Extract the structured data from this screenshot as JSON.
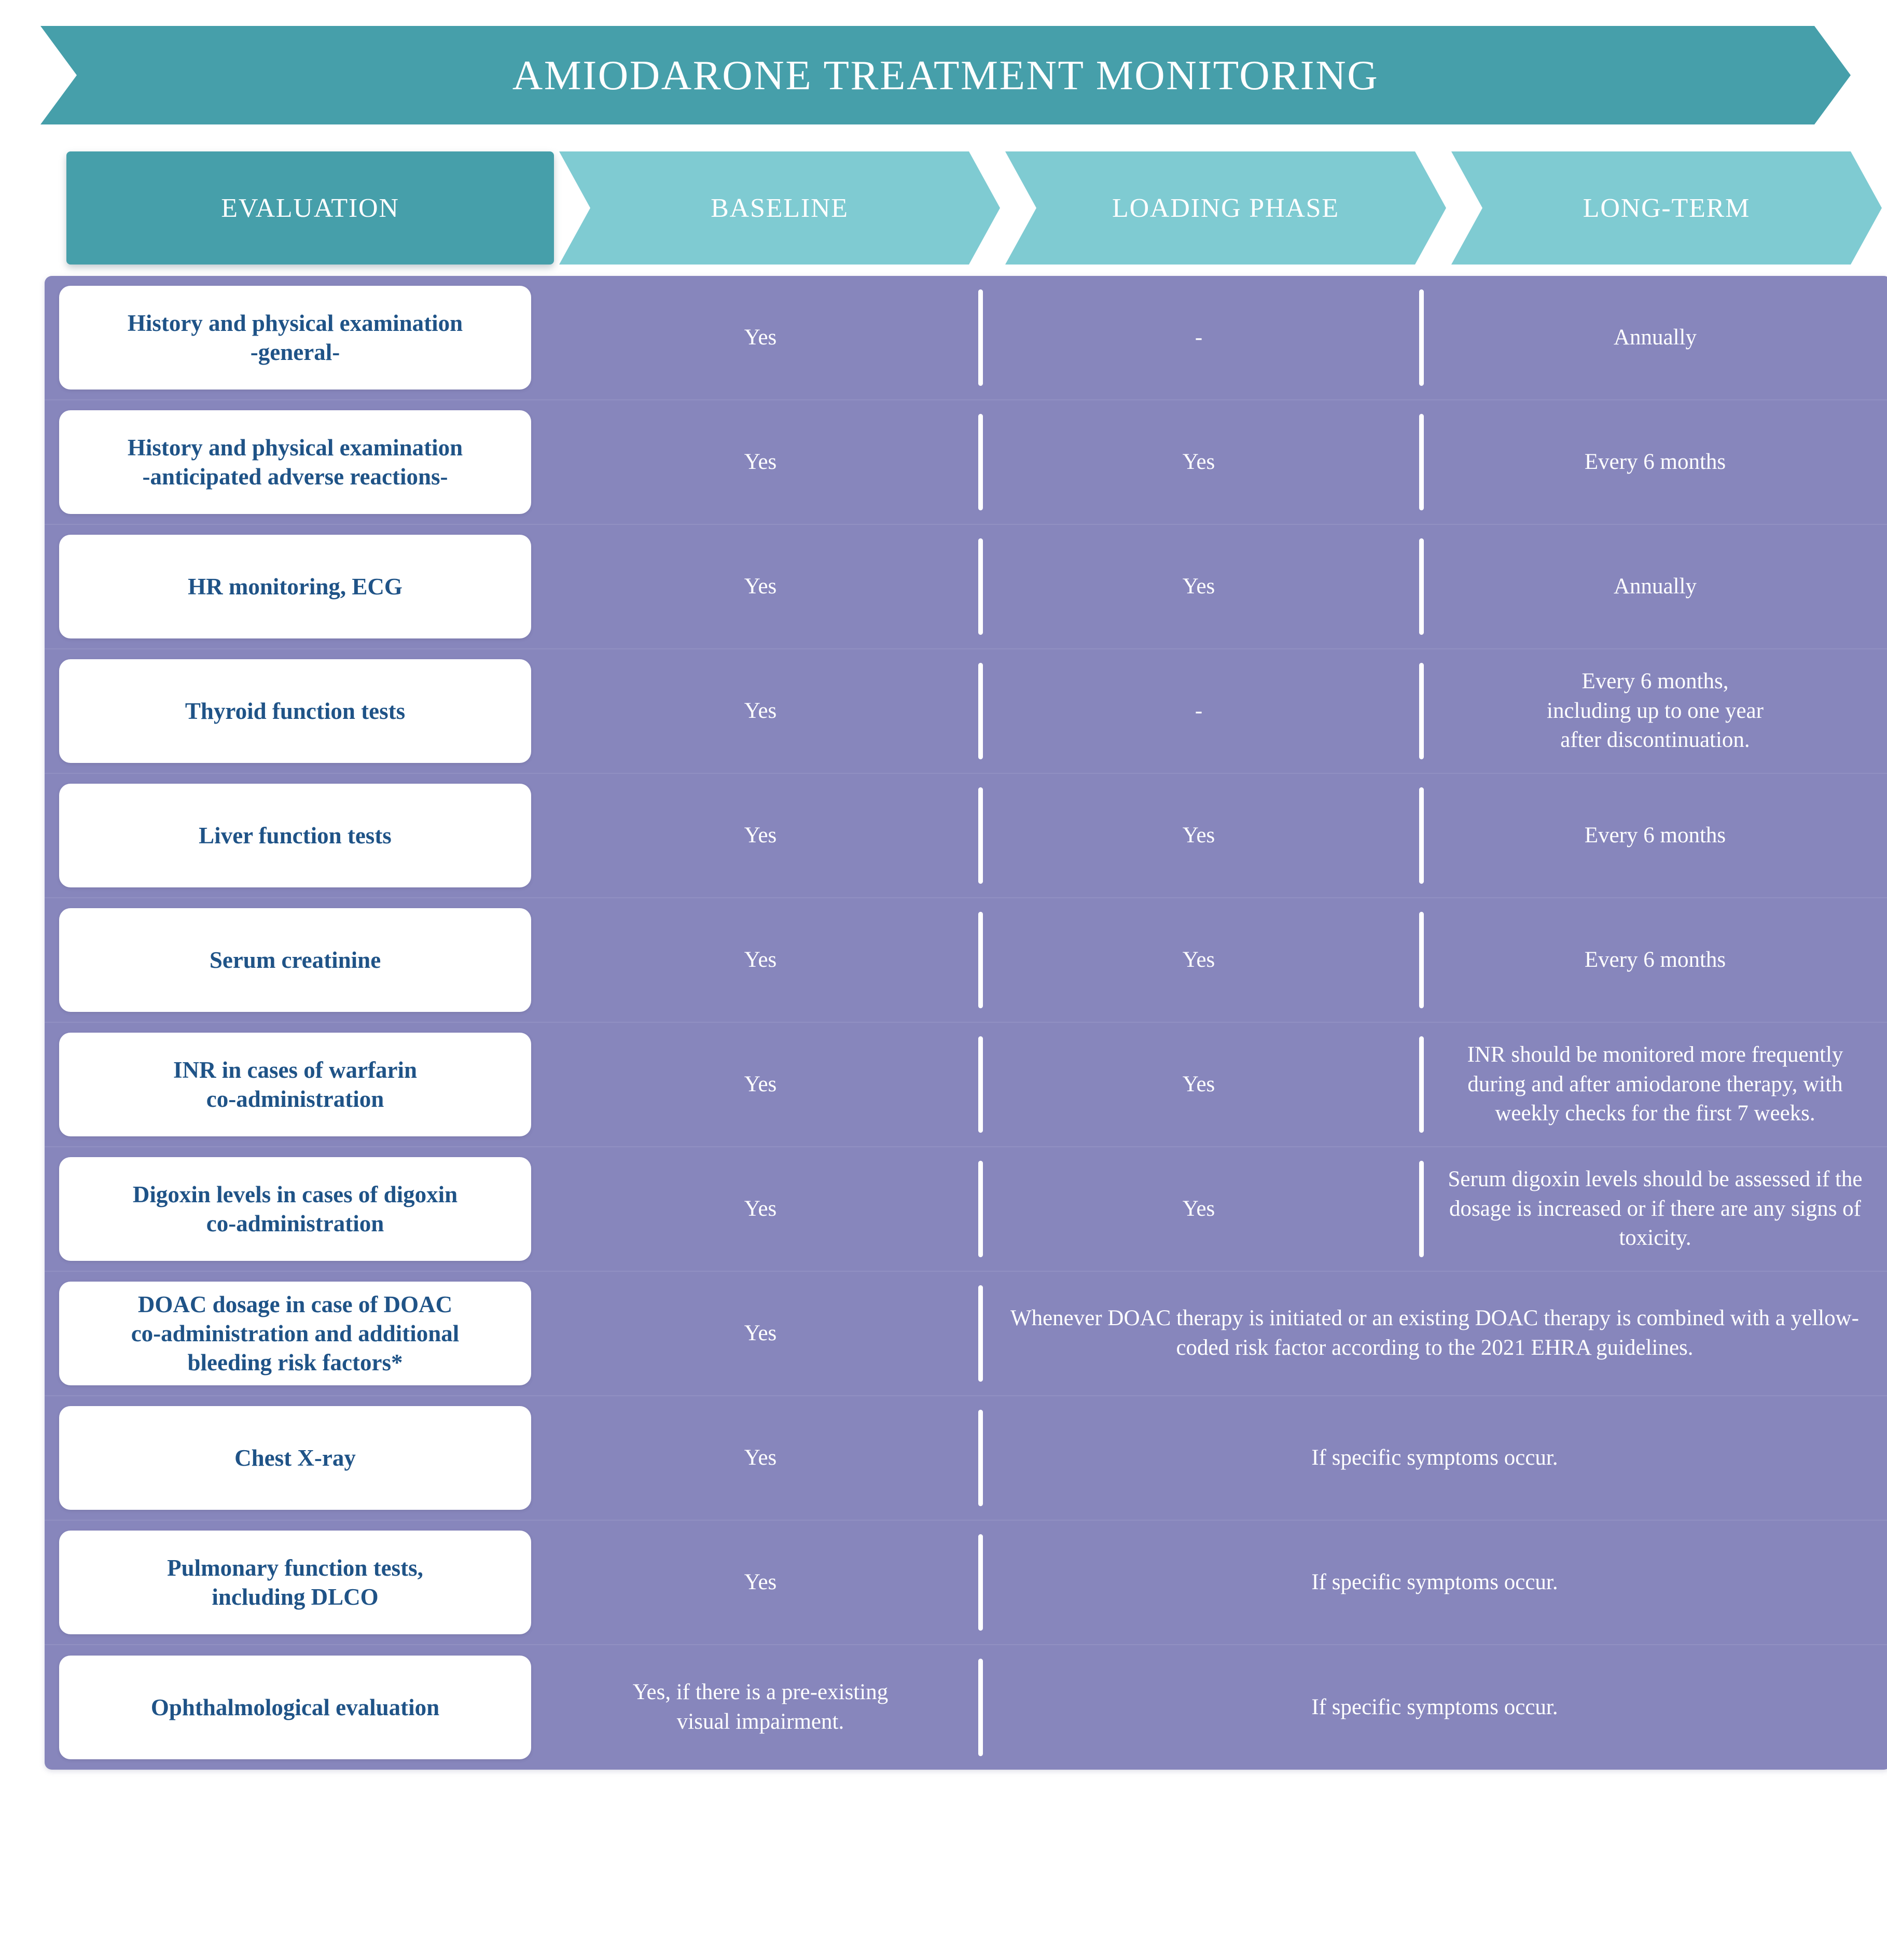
{
  "title": "AMIODARONE TREATMENT MONITORING",
  "colors": {
    "title_banner": "#469FAA",
    "column_header": "#7FCBD2",
    "table_background": "#8786BC",
    "label_text": "#1F5387",
    "cell_text": "#FFFFFF"
  },
  "columns": [
    {
      "key": "evaluation",
      "label": "EVALUATION"
    },
    {
      "key": "baseline",
      "label": "BASELINE"
    },
    {
      "key": "loading_phase",
      "label": "LOADING PHASE"
    },
    {
      "key": "long_term",
      "label": "LONG-TERM"
    }
  ],
  "rows": [
    {
      "evaluation": "History and physical examination\n-general-",
      "baseline": "Yes",
      "loading_phase": "-",
      "long_term": "Annually",
      "merge": "none"
    },
    {
      "evaluation": "History and physical examination\n-anticipated adverse reactions-",
      "baseline": "Yes",
      "loading_phase": "Yes",
      "long_term": "Every 6 months",
      "merge": "none"
    },
    {
      "evaluation": "HR monitoring, ECG",
      "baseline": "Yes",
      "loading_phase": "Yes",
      "long_term": "Annually",
      "merge": "none"
    },
    {
      "evaluation": "Thyroid function tests",
      "baseline": "Yes",
      "loading_phase": "-",
      "long_term": "Every 6 months,\nincluding up to one year\nafter discontinuation.",
      "merge": "none"
    },
    {
      "evaluation": "Liver function tests",
      "baseline": "Yes",
      "loading_phase": "Yes",
      "long_term": "Every 6 months",
      "merge": "none"
    },
    {
      "evaluation": "Serum creatinine",
      "baseline": "Yes",
      "loading_phase": "Yes",
      "long_term": "Every 6 months",
      "merge": "none"
    },
    {
      "evaluation": "INR in cases of warfarin\nco-administration",
      "baseline": "Yes",
      "loading_phase": "Yes",
      "long_term": "INR should be monitored more frequently during and after amiodarone therapy, with weekly checks for the first 7 weeks.",
      "merge": "none"
    },
    {
      "evaluation": "Digoxin levels in cases of digoxin\nco-administration",
      "baseline": "Yes",
      "loading_phase": "Yes",
      "long_term": "Serum digoxin levels should be assessed if the dosage is increased or if there are any signs of toxicity.",
      "merge": "none"
    },
    {
      "evaluation": "DOAC dosage in case of DOAC\nco-administration and additional\nbleeding risk factors*",
      "baseline": "Yes",
      "merged_text": "Whenever DOAC therapy is initiated or an existing DOAC therapy is combined with a yellow-coded risk factor according to the 2021 EHRA guidelines.",
      "merge": "loading_longterm"
    },
    {
      "evaluation": "Chest X-ray",
      "baseline": "Yes",
      "merged_text": "If specific symptoms occur.",
      "merge": "loading_longterm"
    },
    {
      "evaluation": "Pulmonary function tests,\nincluding DLCO",
      "baseline": "Yes",
      "merged_text": "If specific symptoms occur.",
      "merge": "loading_longterm"
    },
    {
      "evaluation": "Ophthalmological evaluation",
      "baseline": "Yes, if there is a pre-existing\nvisual impairment.",
      "merged_text": "If specific symptoms occur.",
      "merge": "loading_longterm"
    }
  ]
}
